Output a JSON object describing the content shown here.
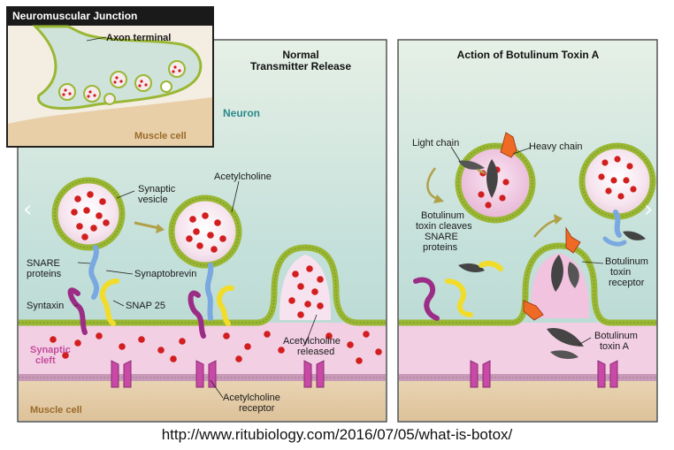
{
  "inset": {
    "title": "Neuromuscular Junction",
    "axon_terminal": "Axon terminal",
    "muscle_cell": "Muscle cell"
  },
  "left_panel": {
    "title_line1": "Normal",
    "title_line2": "Transmitter Release",
    "neuron": "Neuron",
    "synaptic_vesicle_1": "Synaptic",
    "synaptic_vesicle_2": "vesicle",
    "acetylcholine": "Acetylcholine",
    "snare_1": "SNARE",
    "snare_2": "proteins",
    "synaptobrevin": "Synaptobrevin",
    "syntaxin": "Syntaxin",
    "snap25": "SNAP 25",
    "synaptic_cleft_1": "Synaptic",
    "synaptic_cleft_2": "cleft",
    "ach_released_1": "Acetylcholine",
    "ach_released_2": "released",
    "ach_receptor_1": "Acetylcholine",
    "ach_receptor_2": "receptor",
    "muscle_cell": "Muscle cell"
  },
  "right_panel": {
    "title": "Action of Botulinum Toxin A",
    "light_chain": "Light chain",
    "heavy_chain": "Heavy chain",
    "cleaves_1": "Botulinum",
    "cleaves_2": "toxin cleaves",
    "cleaves_3": "SNARE",
    "cleaves_4": "proteins",
    "receptor_1": "Botulinum",
    "receptor_2": "toxin",
    "receptor_3": "receptor",
    "toxin_1": "Botulinum",
    "toxin_2": "toxin A"
  },
  "nav": {
    "prev": "‹",
    "next": "›"
  },
  "source_url": "http://www.ritubiology.com/2016/07/05/what-is-botox/",
  "colors": {
    "neuron_top": "#e4efe4",
    "neuron_mid": "#b9d9d2",
    "cleft": "#f2c9e1",
    "muscle": "#e3cba5",
    "membrane": "#9ab734",
    "ach": "#d21e1e",
    "syntaxin": "#9b2d86",
    "synaptobrevin": "#7aa8e0",
    "snap25": "#f1dc2a",
    "receptor": "#c84aa6",
    "toxin_heavy": "#ef6a25",
    "toxin_light": "#454545"
  }
}
